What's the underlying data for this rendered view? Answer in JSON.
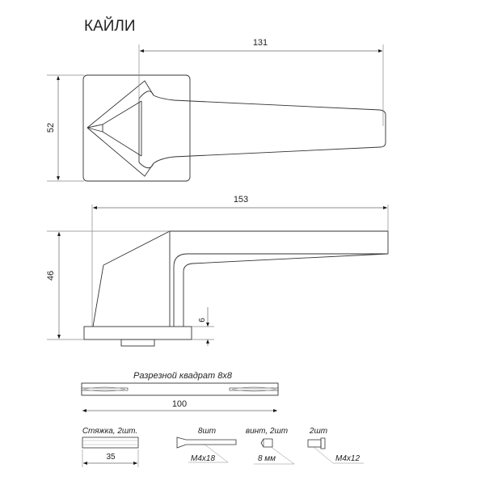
{
  "title": "КАЙЛИ",
  "top_view": {
    "dim_length": "131",
    "dim_height": "52"
  },
  "side_view": {
    "dim_length": "153",
    "dim_height": "46",
    "dim_rosette": "6"
  },
  "spindle": {
    "label": "Разрезной квадрат 8x8",
    "dim_length": "100"
  },
  "parts": [
    {
      "label": "Стяжка, 2шт.",
      "dim": "35"
    },
    {
      "label": "8шт",
      "spec": "M4x18"
    },
    {
      "label": "винт, 2шт",
      "spec": "8 мм"
    },
    {
      "label": "2шт",
      "spec": "M4x12"
    }
  ],
  "colors": {
    "line": "#333333",
    "dim_line": "#888888",
    "text": "#222222"
  }
}
